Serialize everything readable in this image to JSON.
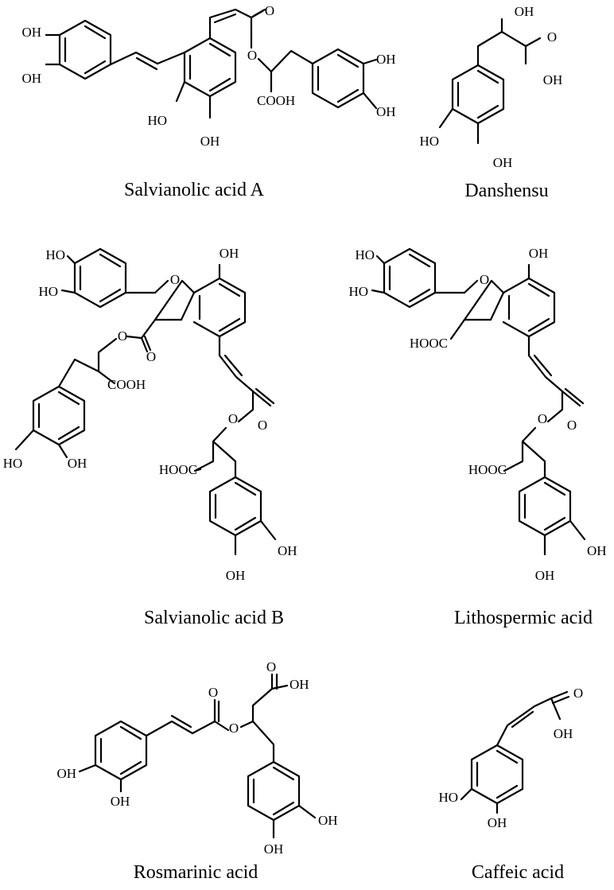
{
  "figure": {
    "molecules": [
      {
        "name": "Salvianolic acid A",
        "labels": [
          "OH",
          "OH",
          "O",
          "O",
          "OH",
          "OH",
          "COOH",
          "HO",
          "OH"
        ]
      },
      {
        "name": "Danshensu",
        "labels": [
          "OH",
          "O",
          "OH",
          "HO",
          "OH"
        ]
      },
      {
        "name": "Salvianolic acid B",
        "labels": [
          "HO",
          "HO",
          "O",
          "OH",
          "O",
          "O",
          "COOH",
          "O",
          "O",
          "HOOC",
          "HO",
          "OH",
          "OH",
          "OH"
        ]
      },
      {
        "name": "Lithospermic acid",
        "labels": [
          "HO",
          "HO",
          "O",
          "OH",
          "HOOC",
          "O",
          "O",
          "HOOC",
          "OH",
          "OH"
        ]
      },
      {
        "name": "Rosmarinic acid",
        "labels": [
          "O",
          "OH",
          "O",
          "O",
          "OH",
          "OH",
          "OH",
          "OH"
        ]
      },
      {
        "name": "Caffeic acid",
        "labels": [
          "O",
          "OH",
          "HO",
          "OH"
        ]
      }
    ]
  }
}
